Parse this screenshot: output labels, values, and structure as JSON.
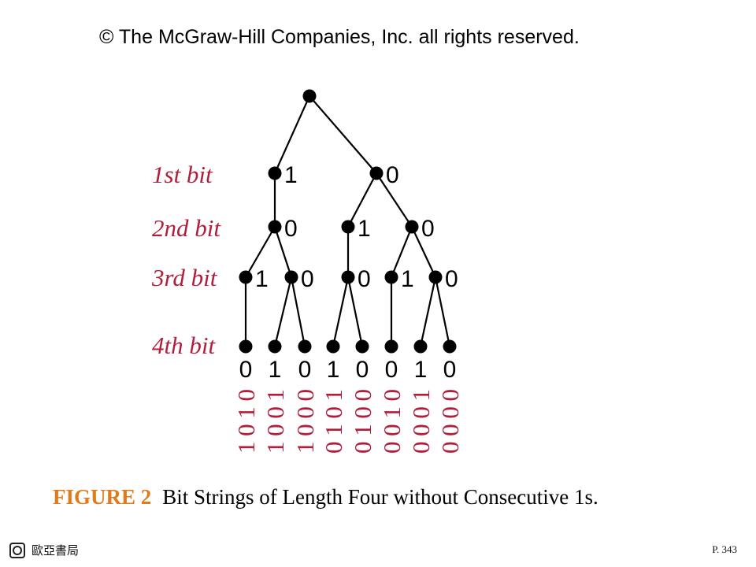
{
  "copyright": "© The McGraw-Hill Companies, Inc. all rights reserved.",
  "level_labels": [
    "1st bit",
    "2nd bit",
    "3rd bit",
    "4th bit"
  ],
  "tree": {
    "root": "",
    "level1": [
      "1",
      "0"
    ],
    "level2": [
      "0",
      "1",
      "0"
    ],
    "level3": [
      "1",
      "0",
      "0",
      "1",
      "0"
    ],
    "level4": [
      "0",
      "1",
      "0",
      "1",
      "0",
      "0",
      "1",
      "0"
    ]
  },
  "bit_strings": [
    "1010",
    "1001",
    "1000",
    "0101",
    "0100",
    "0010",
    "0001",
    "0000"
  ],
  "caption": {
    "figure_label": "FIGURE 2",
    "text": "Bit Strings of Length Four without Consecutive 1s."
  },
  "footer": {
    "publisher": "歐亞書局",
    "page": "P. 343"
  },
  "colors": {
    "level_label": "#b01e3c",
    "bit_string": "#b01e3c",
    "figure_label": "#e07a1c"
  }
}
